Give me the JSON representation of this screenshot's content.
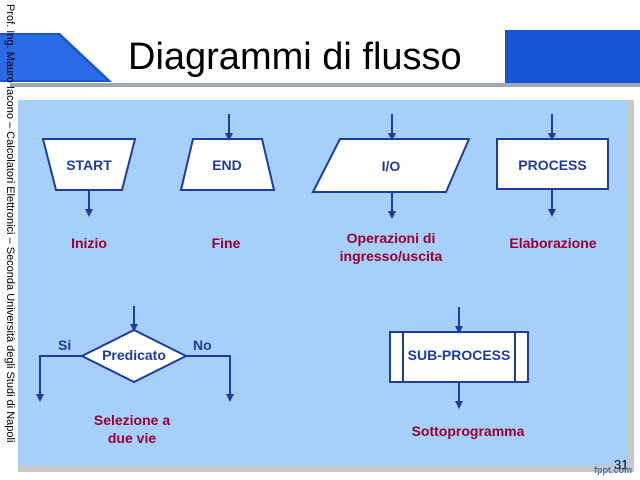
{
  "slide": {
    "title": "Diagrammi di flusso",
    "side_text": "Prof. Ing. Mauro Iacono – Calcolatori Elettronici – Seconda Università degli Studi di Napoli",
    "slide_number": "31",
    "logo": "fppt.com"
  },
  "diagram": {
    "shapes": [
      {
        "id": "start",
        "text": "START",
        "label": "Inizio"
      },
      {
        "id": "end",
        "text": "END",
        "label": "Fine"
      },
      {
        "id": "io",
        "text": "I/O",
        "label_line1": "Operazioni di",
        "label_line2": "ingresso/uscita"
      },
      {
        "id": "process",
        "text": "PROCESS",
        "label": "Elaborazione"
      },
      {
        "id": "predicate",
        "text": "Predicato",
        "yes": "Si",
        "no": "No",
        "label_line1": "Selezione a",
        "label_line2": "due vie"
      },
      {
        "id": "subprocess",
        "text": "SUB-PROCESS",
        "label": "Sottoprogramma"
      }
    ]
  },
  "colors": {
    "panel": "#a6cff9",
    "stroke": "#1f3b9b",
    "label": "#990033",
    "accent": "#1655d6"
  }
}
